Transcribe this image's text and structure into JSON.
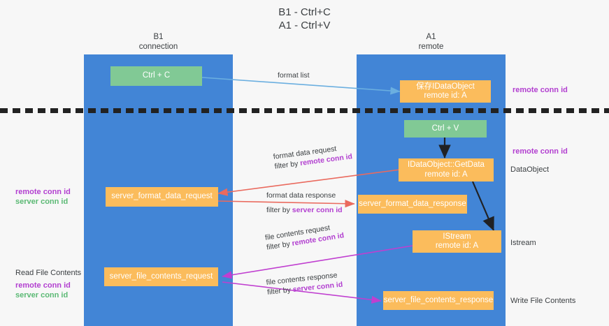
{
  "title": {
    "line1": "B1 - Ctrl+C",
    "line2": "A1 - Ctrl+V"
  },
  "columns": [
    {
      "id": "b1",
      "name": "B1",
      "role": "connection",
      "color": "#4285d6"
    },
    {
      "id": "a1",
      "name": "A1",
      "role": "remote",
      "color": "#4285d6"
    }
  ],
  "nodes": {
    "ctrl_c": {
      "line1": "Ctrl + C",
      "line2": "",
      "color": "#81c995"
    },
    "save_idataobject": {
      "line1": "保存IDataObject",
      "line2": "remote id: A",
      "color": "#fbbc5c"
    },
    "ctrl_v": {
      "line1": "Ctrl + V",
      "line2": "",
      "color": "#81c995"
    },
    "idataobject_getdata": {
      "line1": "IDataObject::GetData",
      "line2": "remote id: A",
      "color": "#fbbc5c"
    },
    "server_format_data_request": {
      "line1": "server_format_data_request",
      "line2": "",
      "color": "#fbbc5c"
    },
    "server_format_data_response": {
      "line1": "server_format_data_response",
      "line2": "",
      "color": "#fbbc5c"
    },
    "istream": {
      "line1": "IStream",
      "line2": "remote id: A",
      "color": "#fbbc5c"
    },
    "server_file_contents_request": {
      "line1": "server_file_contents_request",
      "line2": "",
      "color": "#fbbc5c"
    },
    "server_file_contents_response": {
      "line1": "server_file_contents_response",
      "line2": "",
      "color": "#fbbc5c"
    }
  },
  "edge_labels": {
    "format_list": "format list",
    "format_data_request": "format data request",
    "format_data_request_filter_prefix": "filter by ",
    "format_data_request_filter_key": "remote conn id",
    "format_data_response": "format data response",
    "format_data_response_filter_prefix": "filter by ",
    "format_data_response_filter_key": "server conn id",
    "file_contents_request": "file contents request",
    "file_contents_request_filter_prefix": "filter by ",
    "file_contents_request_filter_key": "remote conn id",
    "file_contents_response": "file contents response",
    "file_contents_response_filter_prefix": "filter by ",
    "file_contents_response_filter_key": "server conn id"
  },
  "annotations": {
    "right_remote_conn_id_top": "remote conn id",
    "right_remote_conn_id_mid": "remote conn id",
    "right_dataobject": "DataObject",
    "right_istream": "Istream",
    "right_write_file_contents": "Write File Contents",
    "left_remote_conn_id": "remote conn id",
    "left_server_conn_id": "server conn id",
    "left_read_file_contents": "Read File Contents",
    "left_remote_conn_id_2": "remote conn id",
    "left_server_conn_id_2": "server conn id"
  },
  "colors": {
    "column": "#4285d6",
    "green_node": "#81c995",
    "orange_node": "#fbbc5c",
    "purple": "#b23fd0",
    "green_text": "#5bb974",
    "red_arrow": "#ea6a5e",
    "magenta_arrow": "#c03fd0",
    "blue_arrow": "#6bafe0",
    "black_arrow": "#202124",
    "background": "#f7f7f7"
  }
}
